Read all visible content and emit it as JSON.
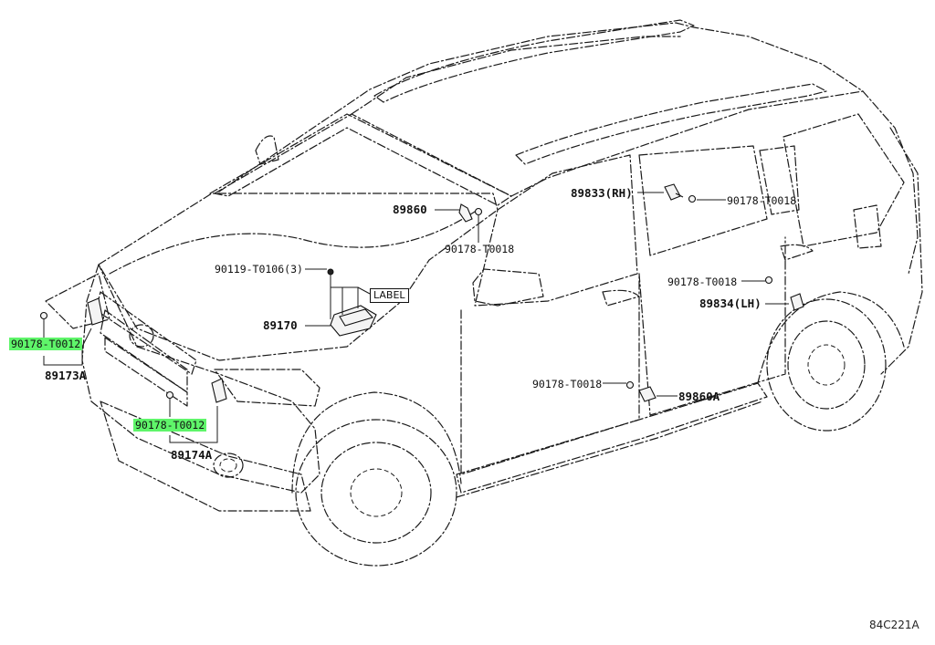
{
  "diagram_code": "84C221A",
  "labels": {
    "p89860": "89860",
    "p90178_t0018_a": "90178-T0018",
    "p89833": "89833(RH)",
    "p90178_t0018_b": "90178-T0018",
    "p90178_t0018_c": "90178-T0018",
    "p89834": "89834(LH)",
    "p90178_t0018_d": "90178-T0018",
    "p89860a": "89860A",
    "p90119": "90119-T0106(3)",
    "label_tag": "LABEL",
    "p89170": "89170",
    "p90178_t0012_a": "90178-T0012",
    "p89173a": "89173A",
    "p90178_t0012_b": "90178-T0012",
    "p89174a": "89174A"
  },
  "colors": {
    "highlight": "#5ff56a",
    "line": "#1a1a1a"
  }
}
